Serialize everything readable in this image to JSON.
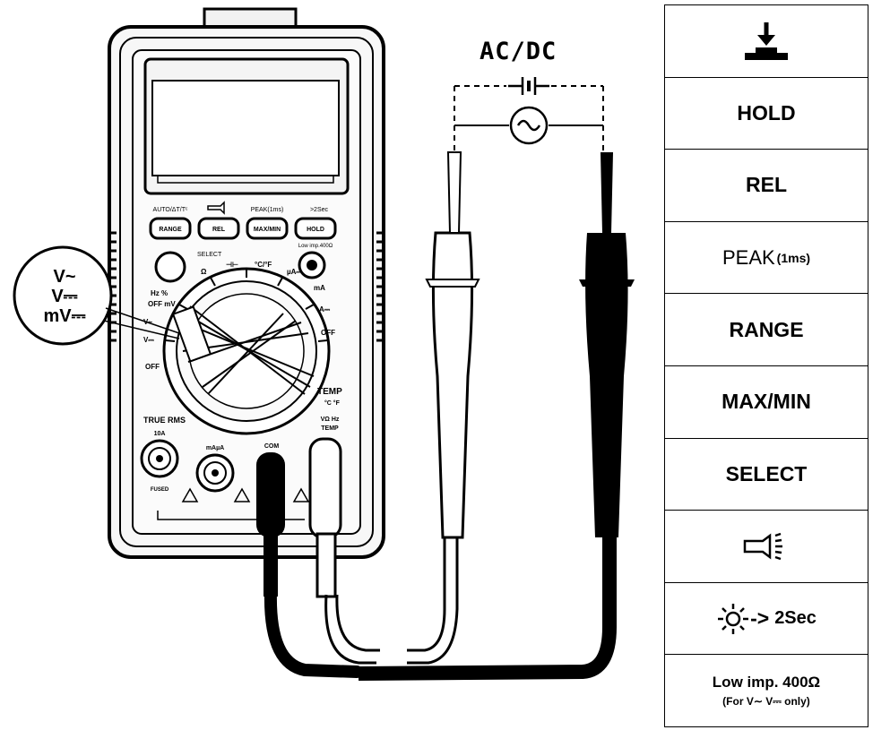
{
  "source_label": "AC/DC",
  "callout": {
    "line1": "V~",
    "line2": "V⎓",
    "line3": "mV⎓"
  },
  "meter": {
    "buttons": [
      {
        "label": "RANGE",
        "caption": "AUTO/ΔT/Tᶜ"
      },
      {
        "label": "REL",
        "caption": ""
      },
      {
        "label": "MAX/MIN",
        "caption": "PEAK(1ms)"
      },
      {
        "label": "HOLD",
        "caption": ">2Sec"
      }
    ],
    "select_label": "SELECT",
    "lowimp_caption": "Low imp.400Ω",
    "dial": {
      "left_labels": [
        "Hz %",
        "OFF mV",
        "V~",
        "V⎓"
      ],
      "top_labels": [
        "Ω",
        "⊣⊢",
        "°C/°F",
        "µA⎓"
      ],
      "right_labels": [
        "mA",
        "A⎓",
        "OFF"
      ],
      "temp_label": "TEMP",
      "temp_units": "°C °F"
    },
    "brand": "TRUE RMS",
    "jacks": [
      {
        "label": "10A",
        "note": "FUSED"
      },
      {
        "label": "mAµA",
        "note": ""
      },
      {
        "label": "COM",
        "note": ""
      },
      {
        "label": "VΩ Hz",
        "note": "TEMP"
      }
    ]
  },
  "legend": {
    "rows": [
      {
        "id": "press",
        "icon": "press-down-icon"
      },
      {
        "id": "hold",
        "label": "HOLD"
      },
      {
        "id": "rel",
        "label": "REL"
      },
      {
        "id": "peak",
        "label": "PEAK",
        "sub": "(1ms)"
      },
      {
        "id": "range",
        "label": "RANGE"
      },
      {
        "id": "maxmin",
        "label": "MAX/MIN"
      },
      {
        "id": "select",
        "label": "SELECT"
      },
      {
        "id": "flashlight",
        "icon": "flashlight-icon"
      },
      {
        "id": "backlight",
        "icon": "sun-icon",
        "suffix": "->",
        "detail": "2Sec"
      },
      {
        "id": "lowimp",
        "label": "Low imp. 400Ω",
        "note": "(For V∼ V⎓ only)"
      }
    ]
  },
  "colors": {
    "ink": "#000000",
    "paper": "#ffffff",
    "body_gray": "#f2f2f2"
  }
}
